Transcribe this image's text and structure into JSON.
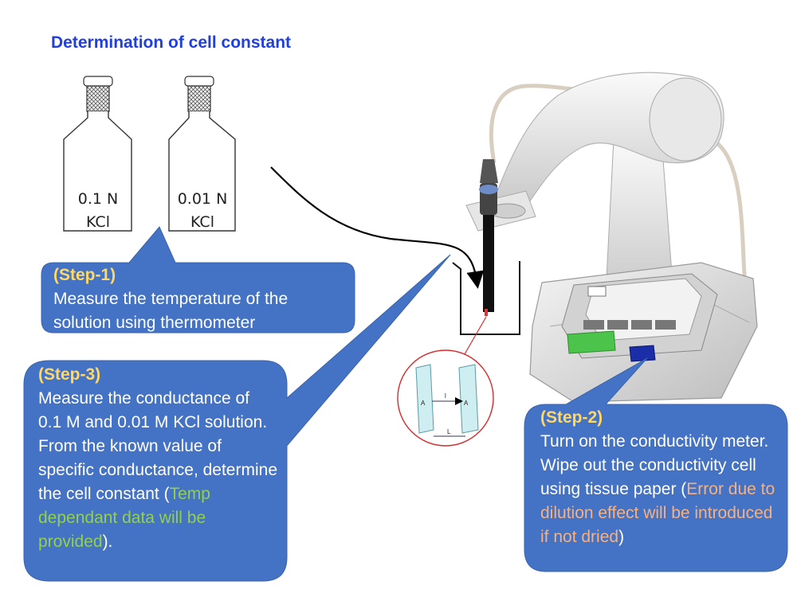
{
  "title": "Determination of cell constant",
  "bottles": [
    {
      "line1": "0.1 N",
      "line2": "KCl"
    },
    {
      "line1": "0.01 N",
      "line2": "KCl"
    }
  ],
  "steps": [
    {
      "heading": "(Step-1)",
      "text": "Measure the temperature of the solution using thermometer"
    },
    {
      "heading": "(Step-2)",
      "text": "Turn on the conductivity meter. Wipe out the conductivity cell using tissue paper (",
      "highlight": "Error due to dilution effect will be introduced if not dried",
      "tail": ")"
    },
    {
      "heading": "(Step-3)",
      "text": "Measure the conductance of 0.1 M and 0.01 M KCl solution. From the known value of specific conductance, determine the cell constant (",
      "highlight": "Temp dependant data will be provided",
      "tail": ")."
    }
  ],
  "cell_diagram": {
    "plate_left": "A",
    "plate_right": "A",
    "gap": "l",
    "length": "L"
  },
  "colors": {
    "callout": "#4472c4",
    "step_heading": "#ffd866",
    "green_note": "#92d050",
    "salmon_note": "#f4b183",
    "title": "#1f3fe0"
  }
}
